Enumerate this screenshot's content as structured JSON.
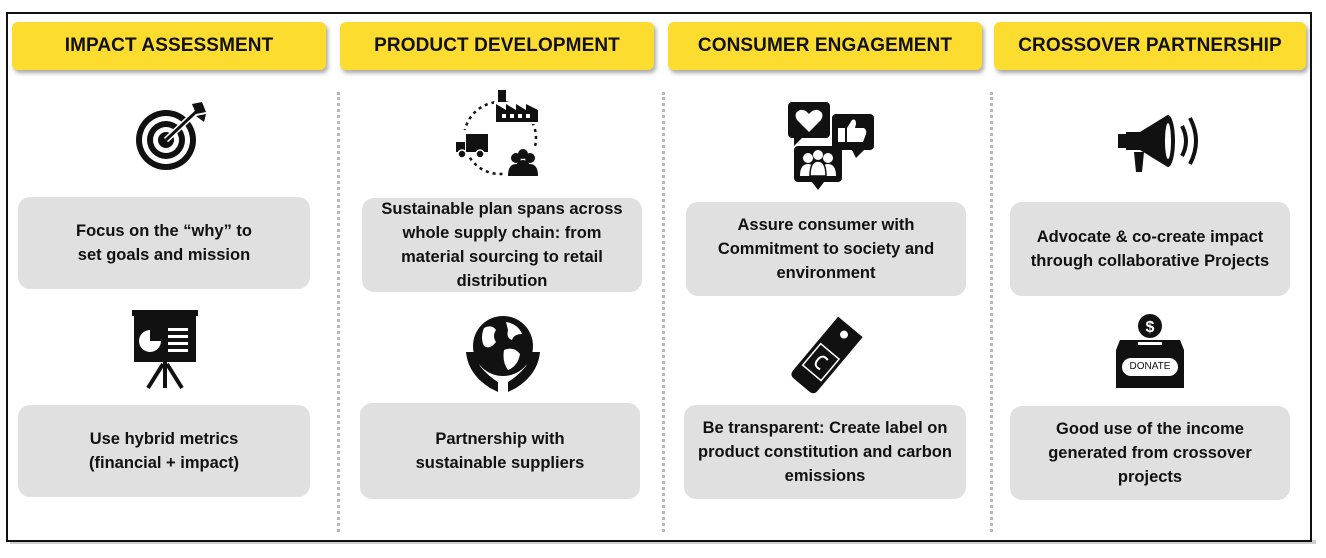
{
  "columns": [
    {
      "header": "IMPACT ASSESSMENT",
      "card1": "Focus on the “why” to set goals and mission",
      "card2": "Use hybrid metrics (financial + impact)",
      "icon1": "target-icon",
      "icon2": "presentation-board-icon"
    },
    {
      "header": "PRODUCT DEVELOPMENT",
      "card1": "Sustainable plan spans across whole supply chain: from material sourcing to retail distribution",
      "card2": "Partnership with sustainable suppliers",
      "icon1": "supply-chain-icon",
      "icon2": "globe-in-hands-icon"
    },
    {
      "header": "CONSUMER ENGAGEMENT",
      "card1": "Assure consumer with Commitment to society and environment",
      "card2": "Be transparent: Create label on product constitution and carbon emissions",
      "icon1": "social-engagement-icon",
      "icon2": "price-tag-icon"
    },
    {
      "header": "CROSSOVER PARTNERSHIP",
      "card1": "Advocate & co-create impact through collaborative Projects",
      "card2": "Good use of the income generated from crossover projects",
      "icon1": "megaphone-icon",
      "icon2": "donation-box-icon",
      "donate_label": "DONATE"
    }
  ],
  "colors": {
    "header_bg": "#fbdc2f",
    "card_bg": "#e0e0e0",
    "icon": "#111111"
  }
}
